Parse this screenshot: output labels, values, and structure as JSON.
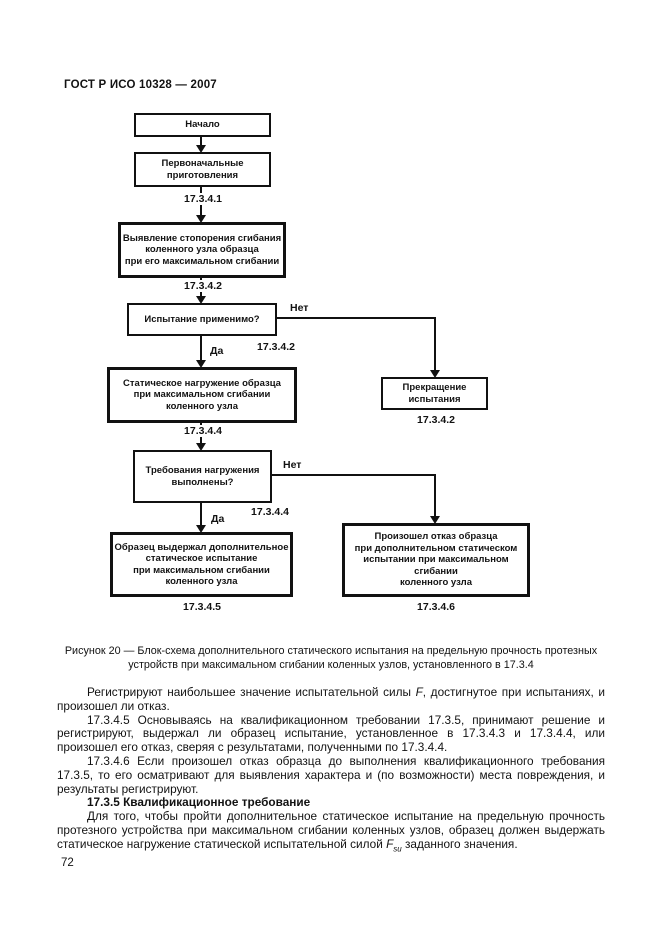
{
  "doc": {
    "header": "ГОСТ Р ИСО 10328 — 2007",
    "page_number": "72"
  },
  "flowchart": {
    "nodes": {
      "start": "Начало",
      "prep": "Первоначальные\nприготовления",
      "detect": "Выявление стопорения сгибания\nколенного узла образца\nпри его максимальном сгибании",
      "q1": "Испытание применимо?",
      "load": "Статическое нагружение образца\nпри максимальном сгибании\nколенного узла",
      "stop": "Прекращение\nиспытания",
      "q2": "Требования нагружения\nвыполнены?",
      "pass": "Образец выдержал дополнительное\nстатическое испытание\nпри максимальном сгибании\nколенного узла",
      "fail": "Произошел отказ образца\nпри дополнительном статическом\nиспытании при максимальном сгибании\nколенного узла"
    },
    "refs": {
      "after_prep": "17.3.4.1",
      "after_detect": "17.3.4.2",
      "q1_branch": "17.3.4.2",
      "stop_ref": "17.3.4.2",
      "after_load": "17.3.4.4",
      "q2_branch": "17.3.4.4",
      "pass_ref": "17.3.4.5",
      "fail_ref": "17.3.4.6"
    },
    "yes": "Да",
    "no": "Нет"
  },
  "caption": "Рисунок 20 — Блок-схема дополнительного статического испытания на предельную прочность протезных устройств при максимальном сгибании коленных узлов, установленного в 17.3.4",
  "body": {
    "p1": {
      "pre": "Регистрируют наибольшее значение испытательной силы ",
      "sym": "F",
      "post": ", достигнутое при испытаниях, и произошел ли отказ."
    },
    "p2": "17.3.4.5 Основываясь на квалификационном требовании 17.3.5, принимают решение и регистрируют, выдержал ли образец испытание, установленное в 17.3.4.3 и 17.3.4.4, или произошел его отказ, сверяя с результатами, полученными по 17.3.4.4.",
    "p3": "17.3.4.6 Если произошел отказ образца до выполнения квалификационного требования 17.3.5, то его осматривают для выявления характера и (по возможности) места повреждения, и результаты регистрируют.",
    "h4": "17.3.5 Квалификационное требование",
    "p5": {
      "pre": "Для того, чтобы пройти дополнительное статическое испытание на предельную прочность протезного устройства при максимальном сгибании коленных узлов, образец должен выдержать статическое нагружение статической испытательной силой ",
      "sym": "F",
      "sub": "su",
      "post": " заданного значения."
    }
  }
}
